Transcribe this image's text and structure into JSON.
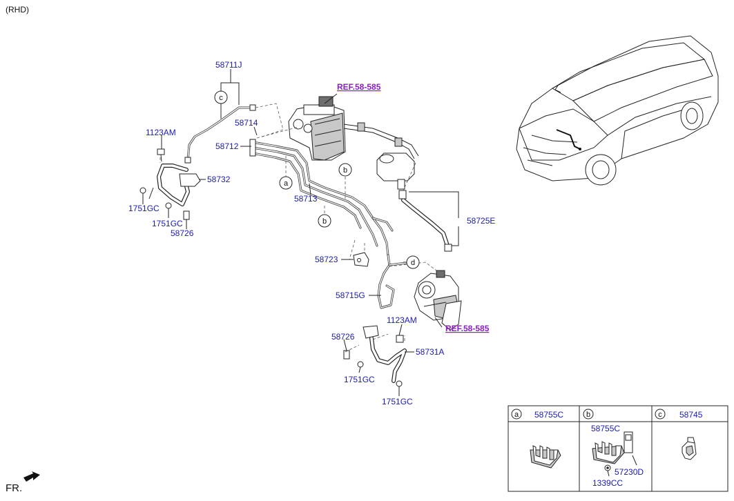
{
  "header": {
    "variant": "(RHD)"
  },
  "callouts": {
    "p58711J": "58711J",
    "ref_top": "REF.58-585",
    "p1123AM_top": "1123AM",
    "p58714": "58714",
    "p58712": "58712",
    "p58732": "58732",
    "p1751GC_a": "1751GC",
    "p1751GC_b": "1751GC",
    "p58726_top": "58726",
    "p58713": "58713",
    "p58725E": "58725E",
    "p58723": "58723",
    "p58715G": "58715G",
    "ref_bottom": "REF.58-585",
    "p1123AM_bottom": "1123AM",
    "p58726_bottom": "58726",
    "p58731A": "58731A",
    "p1751GC_c": "1751GC",
    "p1751GC_d": "1751GC"
  },
  "markers": {
    "a": "a",
    "b": "b",
    "c": "c",
    "d": "d"
  },
  "legend_table": {
    "cell_a": {
      "marker": "a",
      "part": "58755C"
    },
    "cell_b": {
      "marker": "b",
      "part": "58755C",
      "sub_parts": [
        "57230D",
        "1339CC"
      ]
    },
    "cell_c": {
      "marker": "c",
      "part": "58745"
    }
  },
  "footer": {
    "direction": "FR."
  },
  "icons": [
    "front-arrow-icon",
    "vehicle-icon"
  ]
}
